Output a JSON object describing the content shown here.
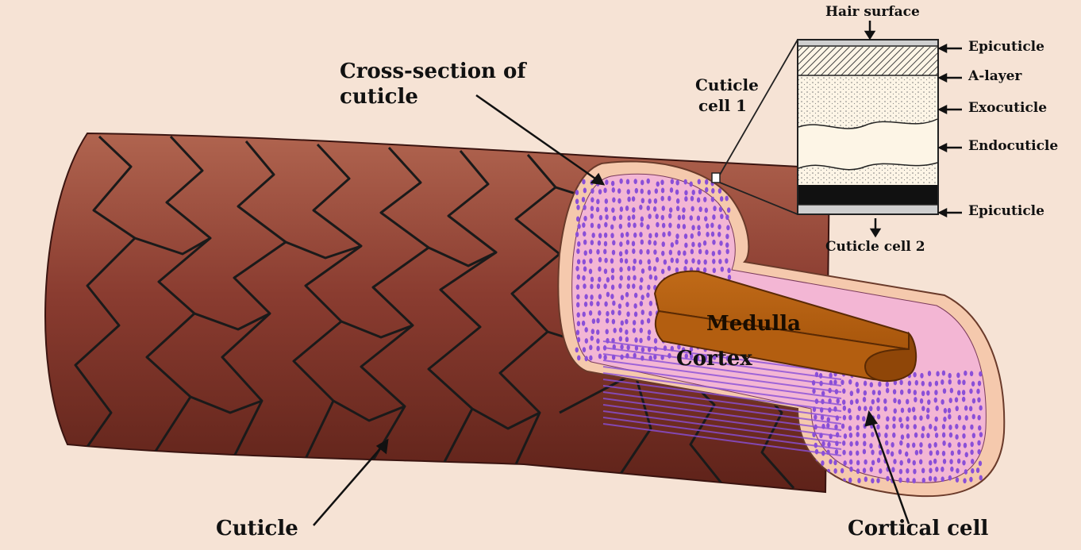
{
  "diagram": {
    "colors": {
      "background": "#f6e3d5",
      "hair_shaft": "#8a3c30",
      "hair_highlight": "#a65a48",
      "cuticle_ring": "#f5c9ad",
      "cortex": "#f3b6d4",
      "cortex_cells": "#8a4fd8",
      "medulla": "#b35e10",
      "scale_line": "#1a1a1a"
    },
    "labels": {
      "cross_section_line1": "Cross-section of",
      "cross_section_line2": "cuticle",
      "cuticle": "Cuticle",
      "cortical_cell": "Cortical cell",
      "medulla": "Medulla",
      "cortex": "Cortex",
      "cuticle_cell_1_line1": "Cuticle",
      "cuticle_cell_1_line2": "cell 1",
      "cuticle_cell_2": "Cuticle cell 2",
      "hair_surface": "Hair surface"
    },
    "inset_layers": [
      {
        "label": "Epicuticle"
      },
      {
        "label": "A-layer"
      },
      {
        "label": "Exocuticle"
      },
      {
        "label": "Endocuticle"
      },
      {
        "label": "Epicuticle"
      }
    ]
  }
}
